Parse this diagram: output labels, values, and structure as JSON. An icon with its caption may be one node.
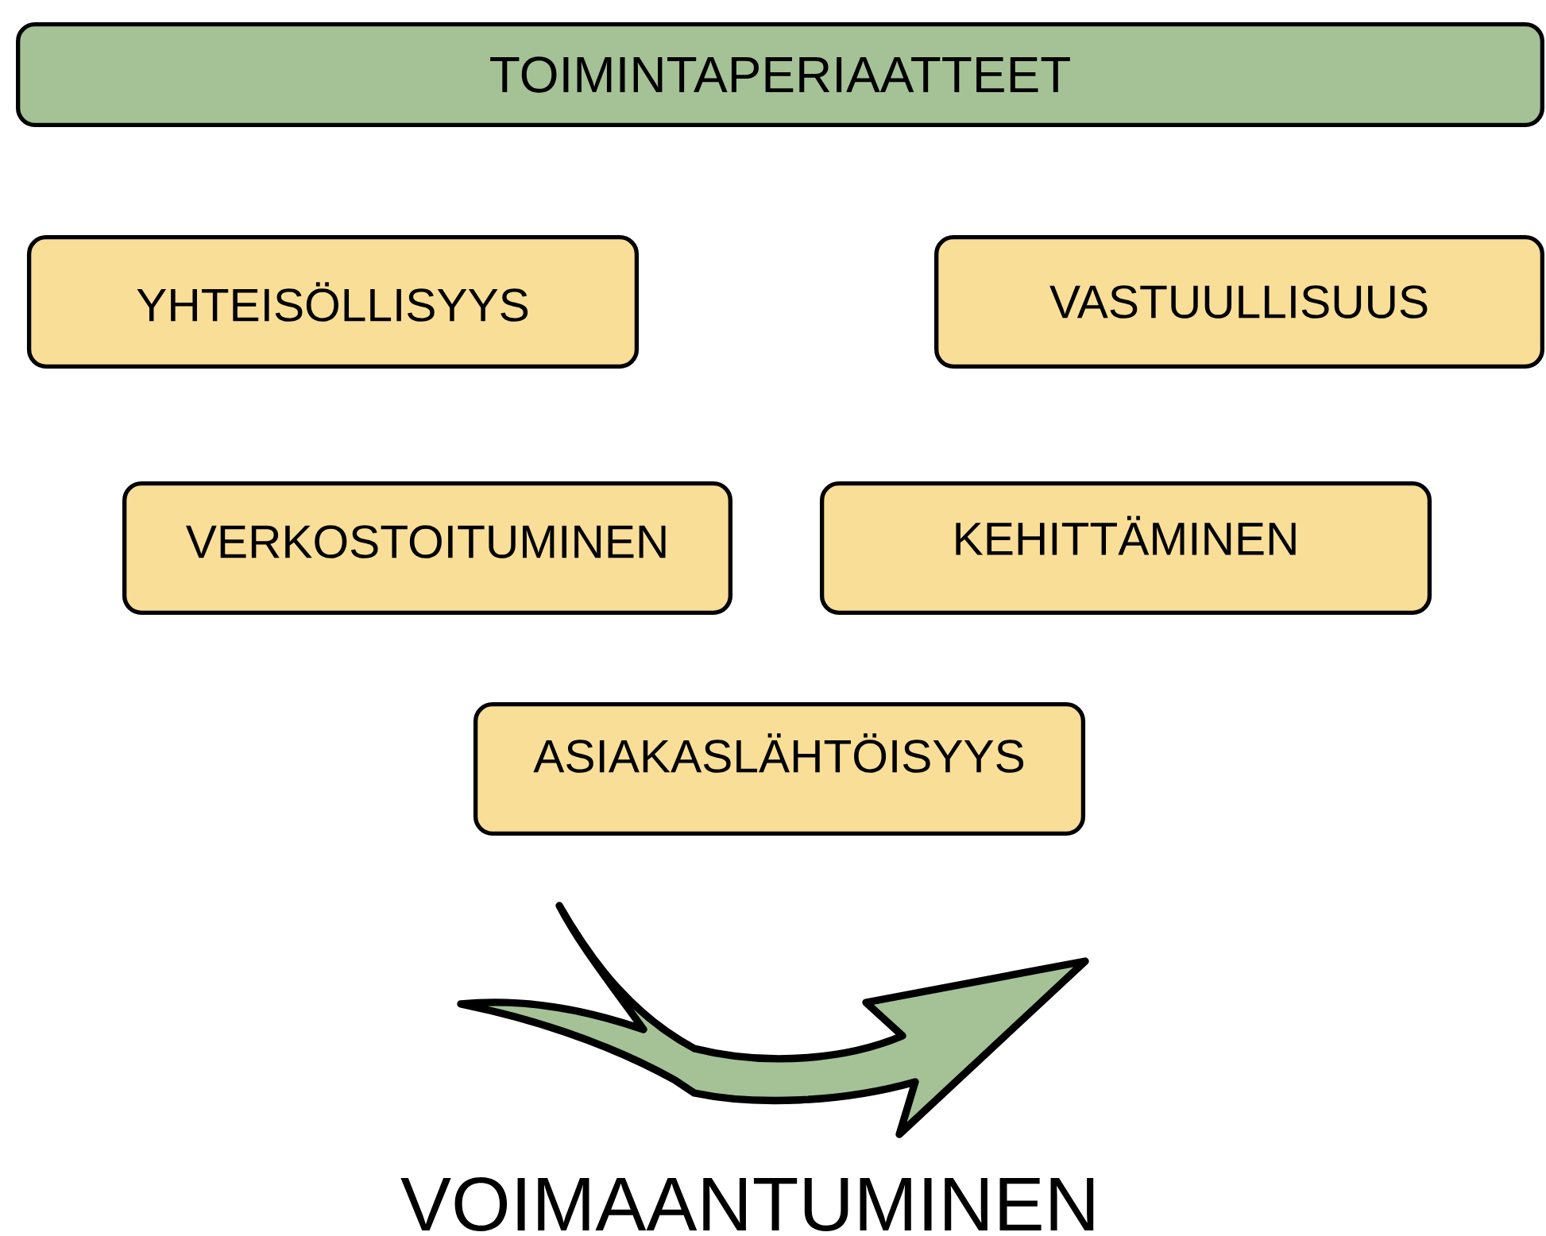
{
  "diagram": {
    "nodes": [
      {
        "text": [
          "TOIMINTAPERIAATTEET"
        ]
      },
      {
        "text": [
          "YHTEISÖLLISYYS"
        ]
      },
      {
        "text": [
          "VASTUULLISUUS"
        ]
      },
      {
        "text": [
          "VERKOSTOITUMINEN"
        ]
      },
      {
        "text": [
          "KEHITTÄMINEN"
        ]
      },
      {
        "text": [
          "ASIAKASLÄHTÖISYYS"
        ]
      }
    ],
    "labels": [
      "VOIMAANTUMINEN"
    ]
  }
}
